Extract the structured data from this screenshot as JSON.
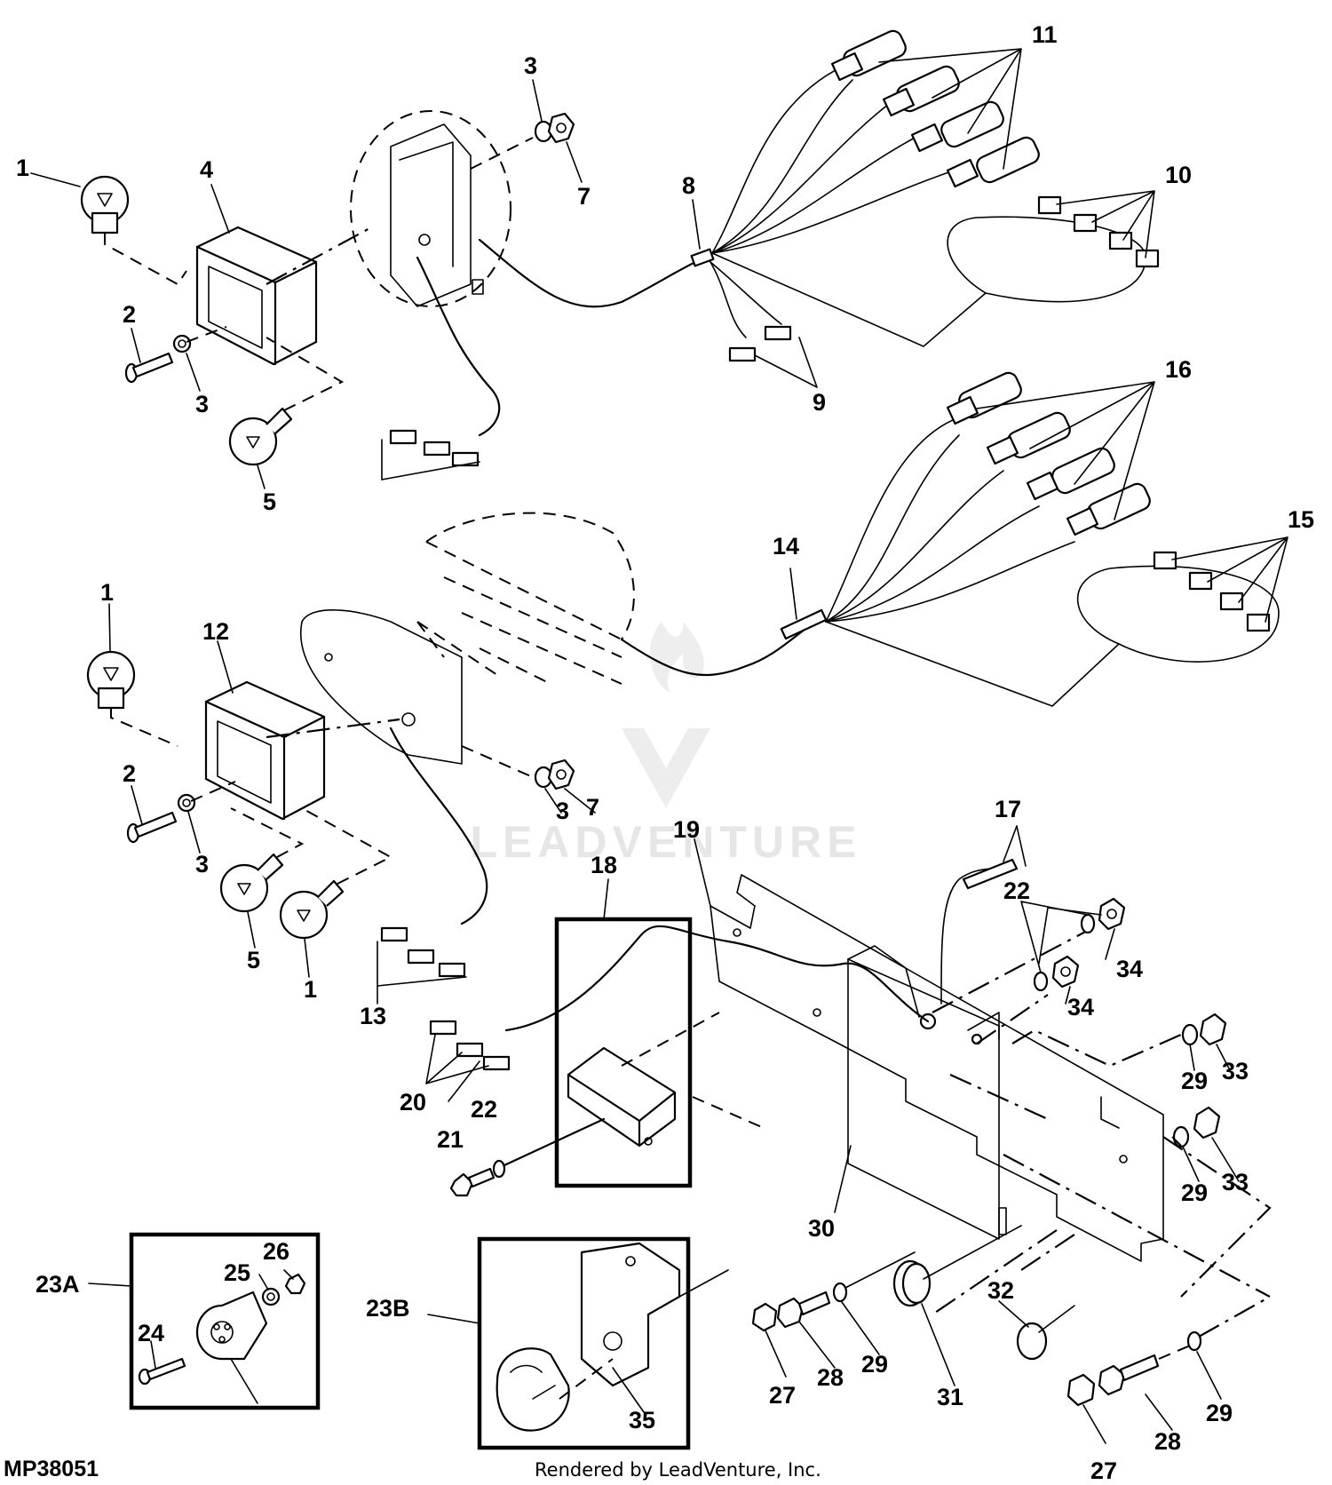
{
  "diagram_id": "MP38051",
  "footer": "Rendered by LeadVenture, Inc.",
  "watermark": "LEADVENTURE",
  "callouts": [
    "1",
    "4",
    "2",
    "3",
    "5",
    "3",
    "7",
    "8",
    "11",
    "10",
    "9",
    "16",
    "15",
    "14",
    "1",
    "12",
    "2",
    "3",
    "5",
    "1",
    "13",
    "3",
    "7",
    "17",
    "19",
    "18",
    "22",
    "34",
    "34",
    "33",
    "29",
    "33",
    "29",
    "20",
    "21",
    "22",
    "30",
    "23A",
    "24",
    "25",
    "26",
    "23B",
    "35",
    "31",
    "32",
    "27",
    "28",
    "29",
    "29",
    "28",
    "27"
  ]
}
